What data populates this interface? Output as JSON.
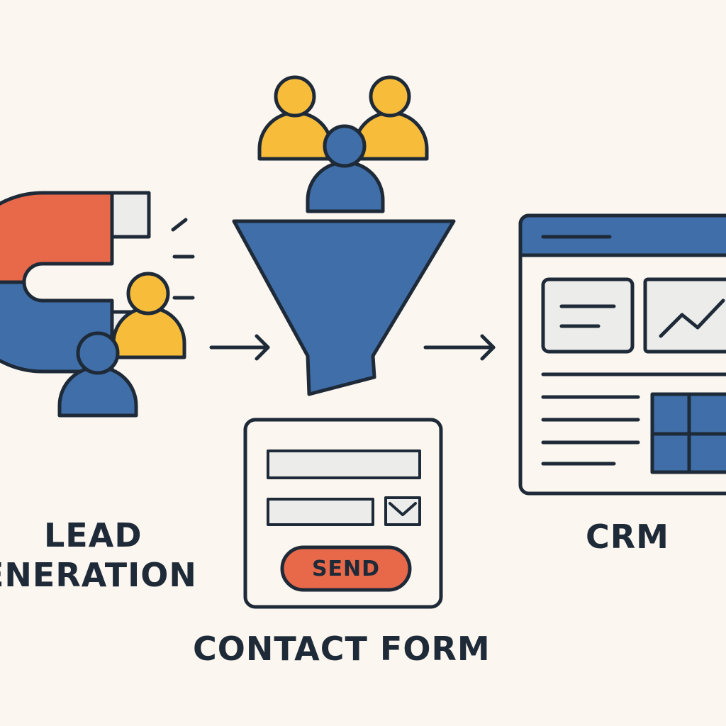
{
  "stages": {
    "lead_generation": {
      "line1": "LEAD",
      "line2": "ENERATION"
    },
    "contact_form": {
      "title": "CONTACT FORM",
      "send_label": "SEND"
    },
    "crm": {
      "title": "CRM"
    }
  },
  "colors": {
    "background": "#fbf6ef",
    "outline": "#1e2a38",
    "blue": "#3f6ea8",
    "yellow": "#f7bd3a",
    "orange": "#e8694a",
    "light_gray": "#ececea"
  },
  "icons": [
    "magnet-icon",
    "person-icon",
    "funnel-icon",
    "envelope-icon",
    "line-chart-icon",
    "grid-icon",
    "arrow-right-icon"
  ]
}
